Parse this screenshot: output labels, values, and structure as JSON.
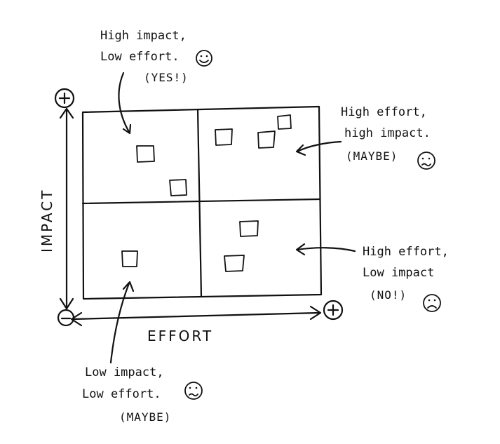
{
  "axes": {
    "x_label": "EFFORT",
    "y_label": "IMPACT",
    "plus_symbol": "+",
    "minus_symbol": "−"
  },
  "annotations": {
    "top_left": {
      "line1": "High impact,",
      "line2": "Low effort.",
      "line3": "(YES!)",
      "mood": "happy-face-icon"
    },
    "top_right": {
      "line1": "High effort,",
      "line2": "high impact.",
      "line3": "(MAYBE)",
      "mood": "wavy-face-icon"
    },
    "bottom_right": {
      "line1": "High effort,",
      "line2": "Low impact",
      "line3": "(NO!)",
      "mood": "sad-face-icon"
    },
    "bottom_left": {
      "line1": "Low impact,",
      "line2": "Low effort.",
      "line3": "(MAYBE)",
      "mood": "wavy-face-icon"
    }
  }
}
